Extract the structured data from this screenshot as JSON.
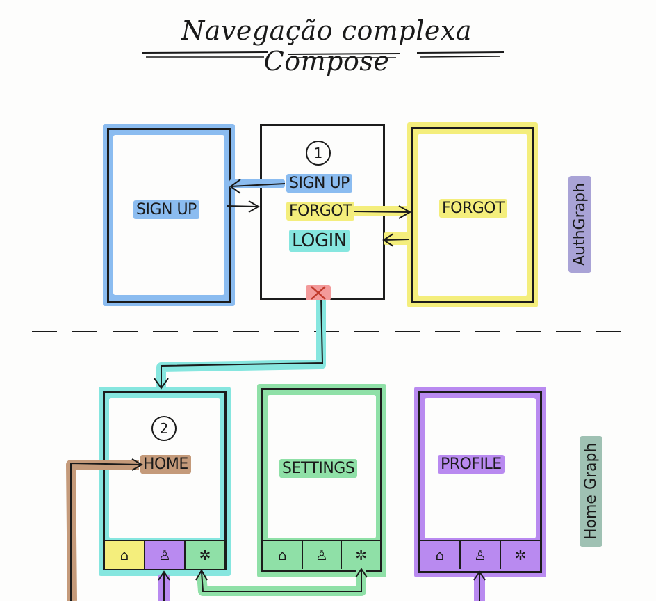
{
  "title": "Navegação complexa Compose",
  "auth_graph": {
    "side_label": "AuthGraph",
    "signup_screen": {
      "label": "SIGN UP"
    },
    "login_screen": {
      "number": "1",
      "buttons": {
        "signup": "SIGN UP",
        "forgot": "FORGOT",
        "login": "LOGIN"
      }
    },
    "forgot_screen": {
      "label": "FORGOT"
    }
  },
  "home_graph": {
    "side_label": "Home Graph",
    "home_screen": {
      "number": "2",
      "label": "HOME"
    },
    "settings_screen": {
      "label": "SETTINGS"
    },
    "profile_screen": {
      "label": "PROFILE"
    }
  },
  "icons": {
    "home": "home-icon",
    "profile": "person-icon",
    "settings": "settings-icon"
  },
  "colors": {
    "blue": "#7fb4ee",
    "yellow": "#f4ee7c",
    "teal": "#86e6df",
    "green": "#8fe0a7",
    "purple": "#b98af0",
    "brown": "#c49a7a",
    "red": "#f39a9a",
    "lavender": "#a9a3d6",
    "sage": "#9fc1b3"
  }
}
